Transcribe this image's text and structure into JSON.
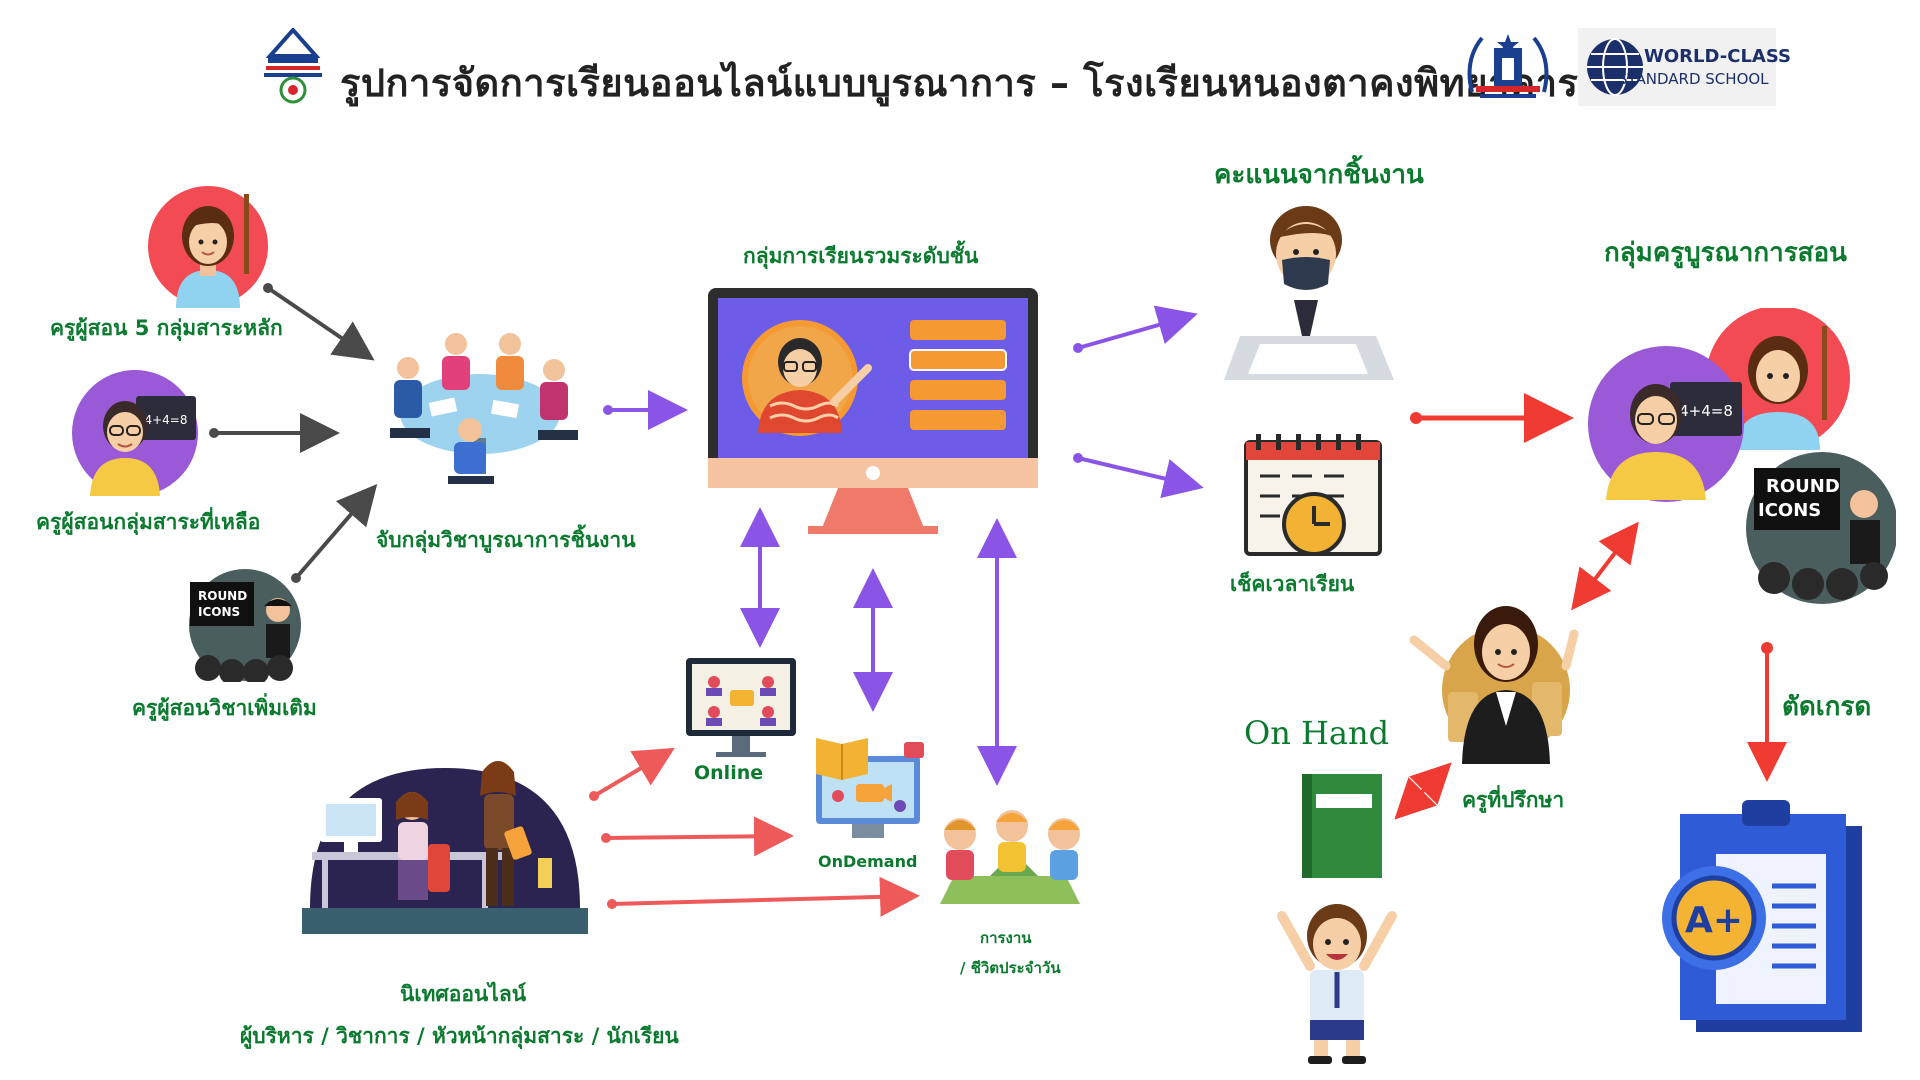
{
  "header": {
    "title": "รูปการจัดการเรียนออนไลน์แบบบูรณาการ – โรงเรียนหนองตาคงพิทยาคาร",
    "world_class_logo": {
      "line1": "WORLD-CLASS",
      "line2": "STANDARD SCHOOL"
    }
  },
  "left_section": {
    "teacher_core": "ครูผู้สอน 5 กลุ่มสาระหลัก",
    "teacher_other": "ครูผู้สอนกลุ่มสาระที่เหลือ",
    "teacher_extra": "ครูผู้สอนวิชาเพิ่มเติม",
    "group_meeting": "จับกลุ่มวิชาบูรณาการชิ้นงาน",
    "icons_text": [
      "ROUND",
      "ICONS"
    ]
  },
  "center_section": {
    "monitor_title": "กลุ่มการเรียนรวมระดับชั้น",
    "online": "Online",
    "ondemand": "OnDemand",
    "work_line1": "การงาน",
    "work_line2": "/ ชีวิตประจำวัน",
    "supervision": "นิเทศออนไลน์",
    "supervisors": "ผู้บริหาร / วิชาการ / หัวหน้ากลุ่มสาระ / นักเรียน"
  },
  "right_section": {
    "score": "คะแนนจากชิ้นงาน",
    "attendance": "เช็คเวลาเรียน",
    "integration_group": "กลุ่มครูบูรณาการสอน",
    "grading": "ตัดเกรด",
    "advisor": "ครูที่ปรึกษา",
    "on_hand": "On Hand",
    "board_text": "4+4=8",
    "icons_text": [
      "ROUND",
      "ICONS"
    ],
    "grade_badge": "A+"
  },
  "colors": {
    "label_green": "#0b7a2f",
    "arrow_gray": "#4a4a4a",
    "arrow_purple": "#8a55e6",
    "arrow_red": "#ef3b32",
    "arrow_salmon": "#ee5a5a",
    "monitor_screen": "#6c5ce7",
    "button_orange": "#f59a32"
  }
}
